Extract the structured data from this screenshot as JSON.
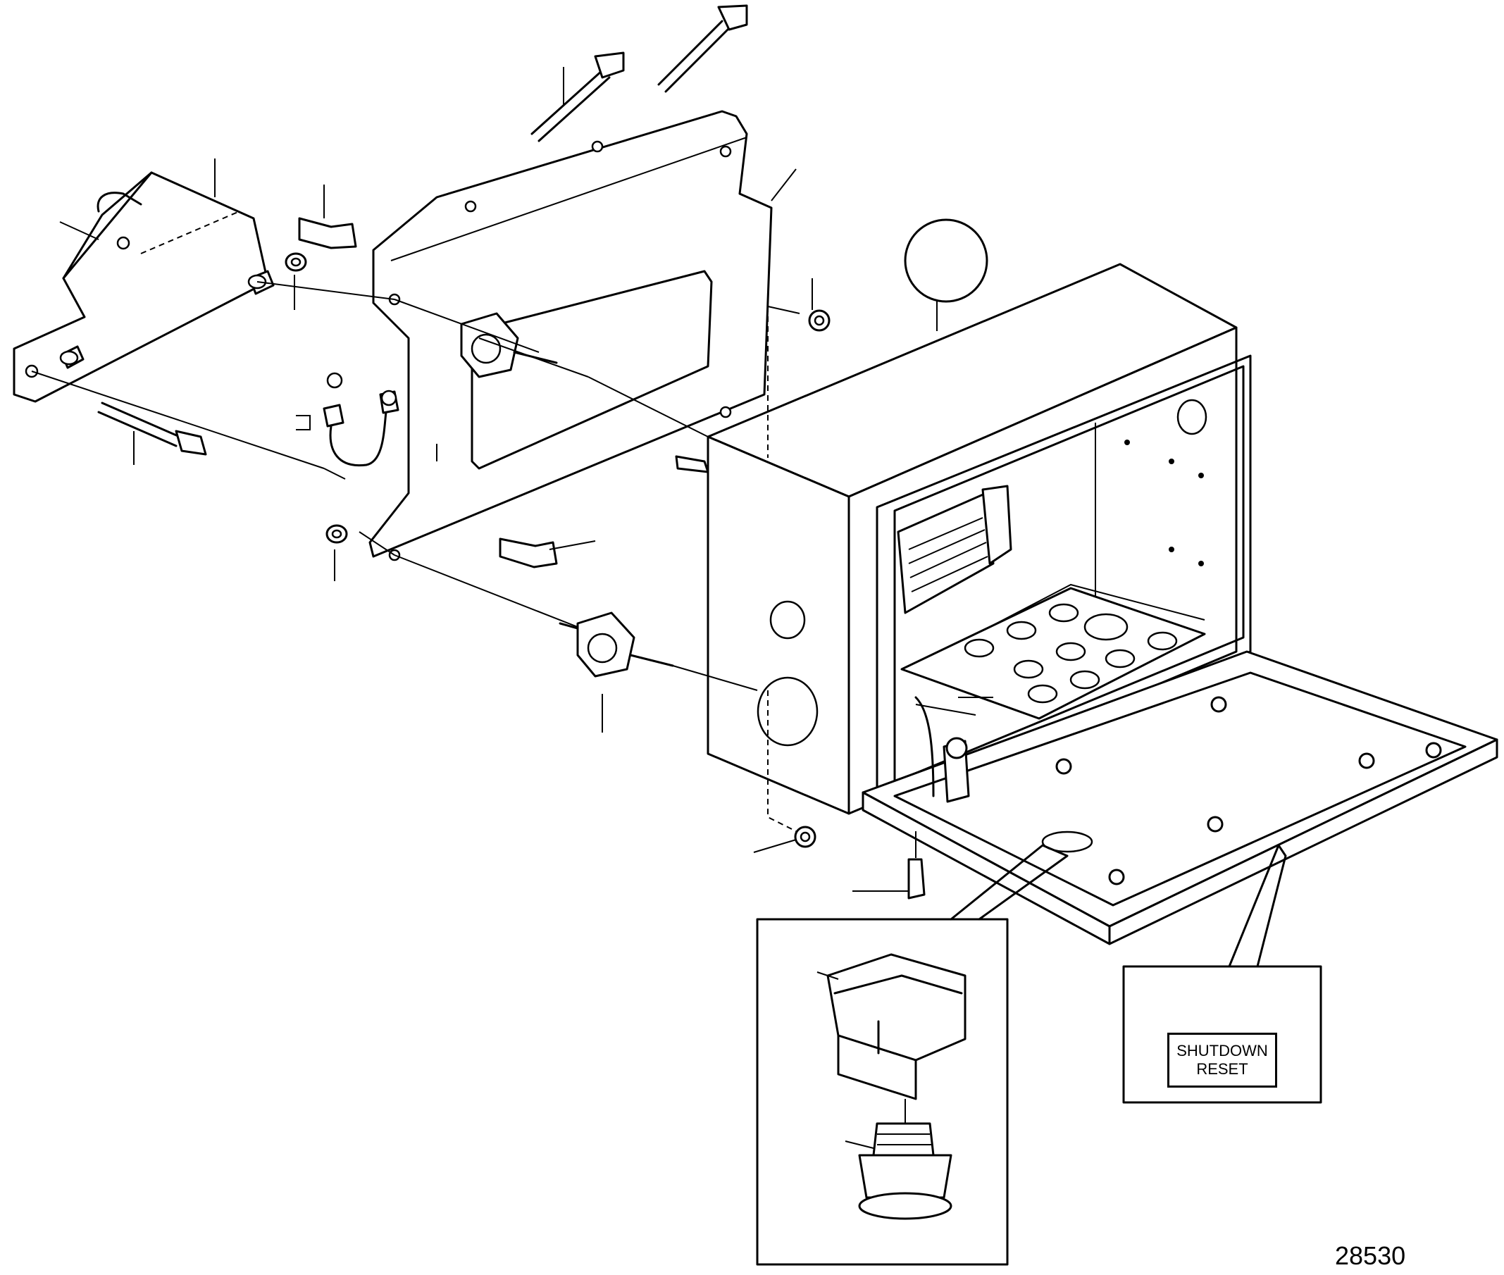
{
  "figure_number": "28530",
  "decal": {
    "line1": "SHUTDOWN",
    "line2": "RESET"
  },
  "icons": [
    "bracket",
    "mounting-plate",
    "screw",
    "nut",
    "washer",
    "vibration-damper",
    "ground-cable",
    "enclosure-box",
    "enclosure-lid",
    "circuit-board",
    "switch",
    "cable-gland"
  ]
}
